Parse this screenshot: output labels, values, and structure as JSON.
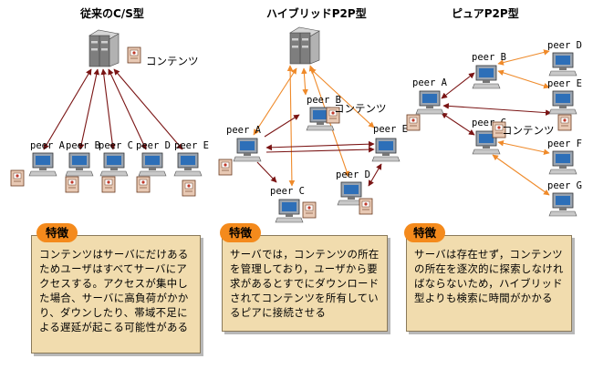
{
  "titles": {
    "cs": "従来のC/S型",
    "hybrid": "ハイブリッドP2P型",
    "pure": "ピュアP2P型"
  },
  "labels": {
    "content": "コンテンツ",
    "peer_a": "peer A",
    "peer_b": "peer B",
    "peer_c": "peer C",
    "peer_d": "peer D",
    "peer_e": "peer E",
    "peer_f": "peer F",
    "peer_g": "peer G"
  },
  "panels": {
    "badge": "特徴",
    "cs_text": "コンテンツはサーバにだけあるためユーザはすべてサーバにアクセスする。アクセスが集中した場合、サーバに高負荷がかかり、ダウンしたり、帯域不足による遅延が起こる可能性がある",
    "hybrid_text": "サーバでは，コンテンツの所在を管理しており，ユーザから要求があるとすでにダウンロードされてコンテンツを所有しているピアに接続させる",
    "pure_text": "サーバは存在せず，コンテンツの所在を逐次的に探索しなければならないため，ハイブリッド型よりも検索に時間がかかる"
  },
  "colors": {
    "dark_arrow": "#7a1414",
    "orange_arrow": "#ef8a2a",
    "panel_bg": "#f1dcae",
    "badge_bg": "#f48a1c"
  }
}
